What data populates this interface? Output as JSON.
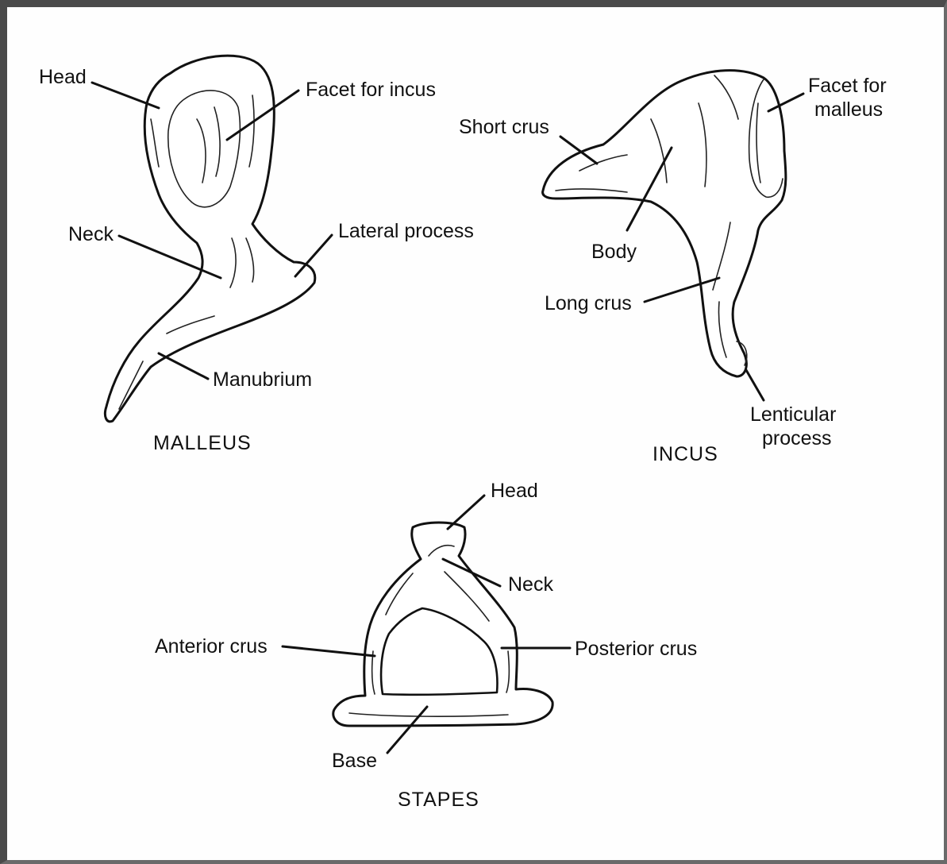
{
  "malleus": {
    "title": "MALLEUS",
    "labels": {
      "head": "Head",
      "facet_for_incus": "Facet for incus",
      "neck": "Neck",
      "lateral_process": "Lateral process",
      "manubrium": "Manubrium"
    }
  },
  "incus": {
    "title": "INCUS",
    "labels": {
      "short_crus": "Short crus",
      "facet_for_malleus_line1": "Facet for",
      "facet_for_malleus_line2": "malleus",
      "body": "Body",
      "long_crus": "Long crus",
      "lenticular_process_line1": "Lenticular",
      "lenticular_process_line2": "process"
    }
  },
  "stapes": {
    "title": "STAPES",
    "labels": {
      "head": "Head",
      "neck": "Neck",
      "anterior_crus": "Anterior crus",
      "posterior_crus": "Posterior crus",
      "base": "Base"
    }
  },
  "colors": {
    "ink": "#111111",
    "frame": "#4a4a4a",
    "paper": "#fefefe"
  }
}
